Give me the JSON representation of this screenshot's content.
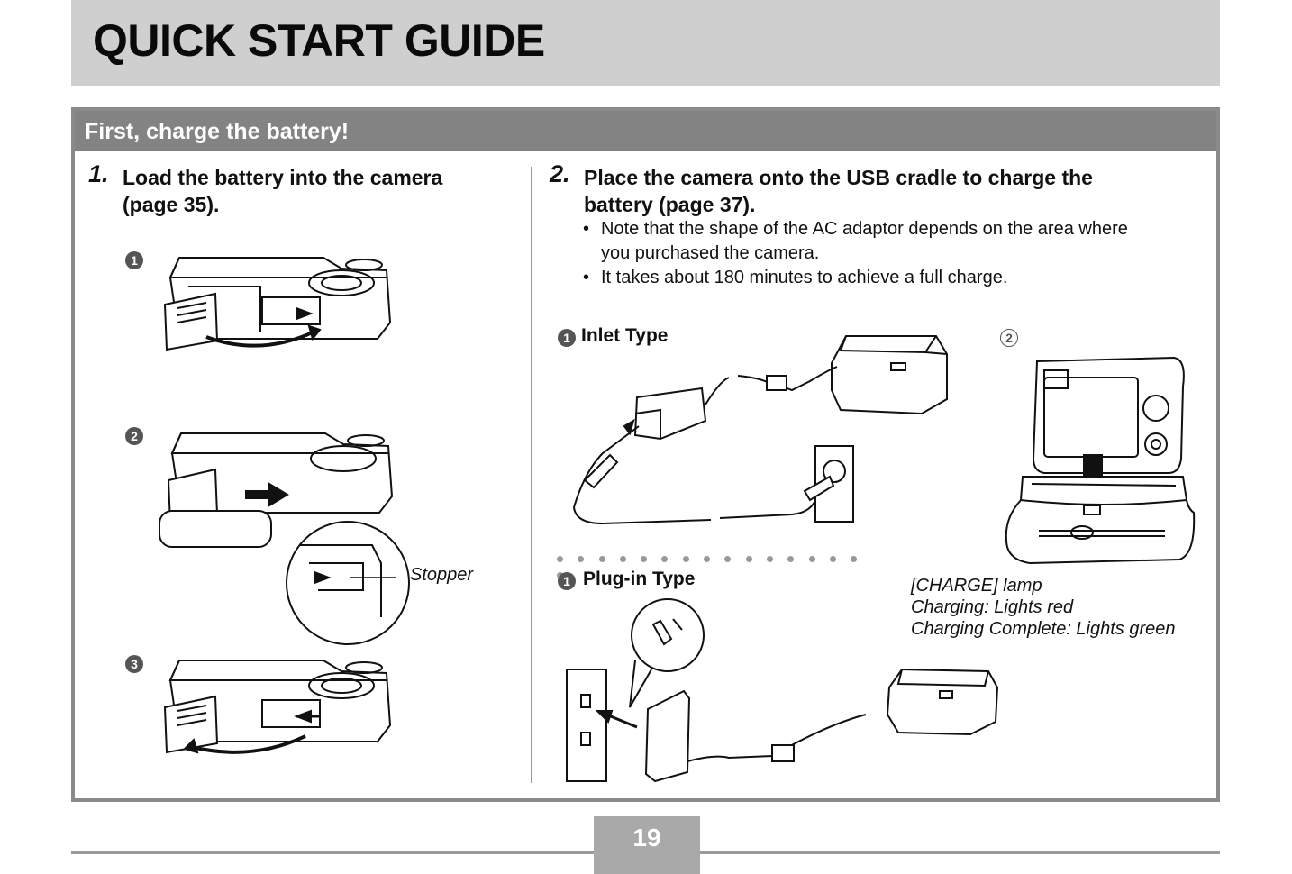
{
  "header": {
    "title": "QUICK START GUIDE"
  },
  "section": {
    "title": "First, charge the battery!"
  },
  "step1": {
    "number": "1.",
    "line1": "Load the battery into the camera",
    "line2": "(page 35).",
    "markers": [
      "1",
      "2",
      "3"
    ],
    "stopper_label": "Stopper"
  },
  "step2": {
    "number": "2.",
    "line1": "Place the camera onto the USB cradle to charge the",
    "line2": "battery (page 37).",
    "bullets": [
      "Note that the shape of the AC adaptor depends on the area where",
      "you purchased the camera.",
      "It takes about 180 minutes to achieve a full charge."
    ],
    "bullet_char": "•",
    "inlet": {
      "marker": "1",
      "label": "Inlet Type"
    },
    "plugin": {
      "marker": "1",
      "label": "Plug-in Type"
    },
    "cradle_marker": "2",
    "charge_lamp": {
      "line1": "[CHARGE] lamp",
      "line2": "Charging: Lights red",
      "line3": "Charging Complete: Lights green"
    }
  },
  "footer": {
    "page_number": "19"
  }
}
